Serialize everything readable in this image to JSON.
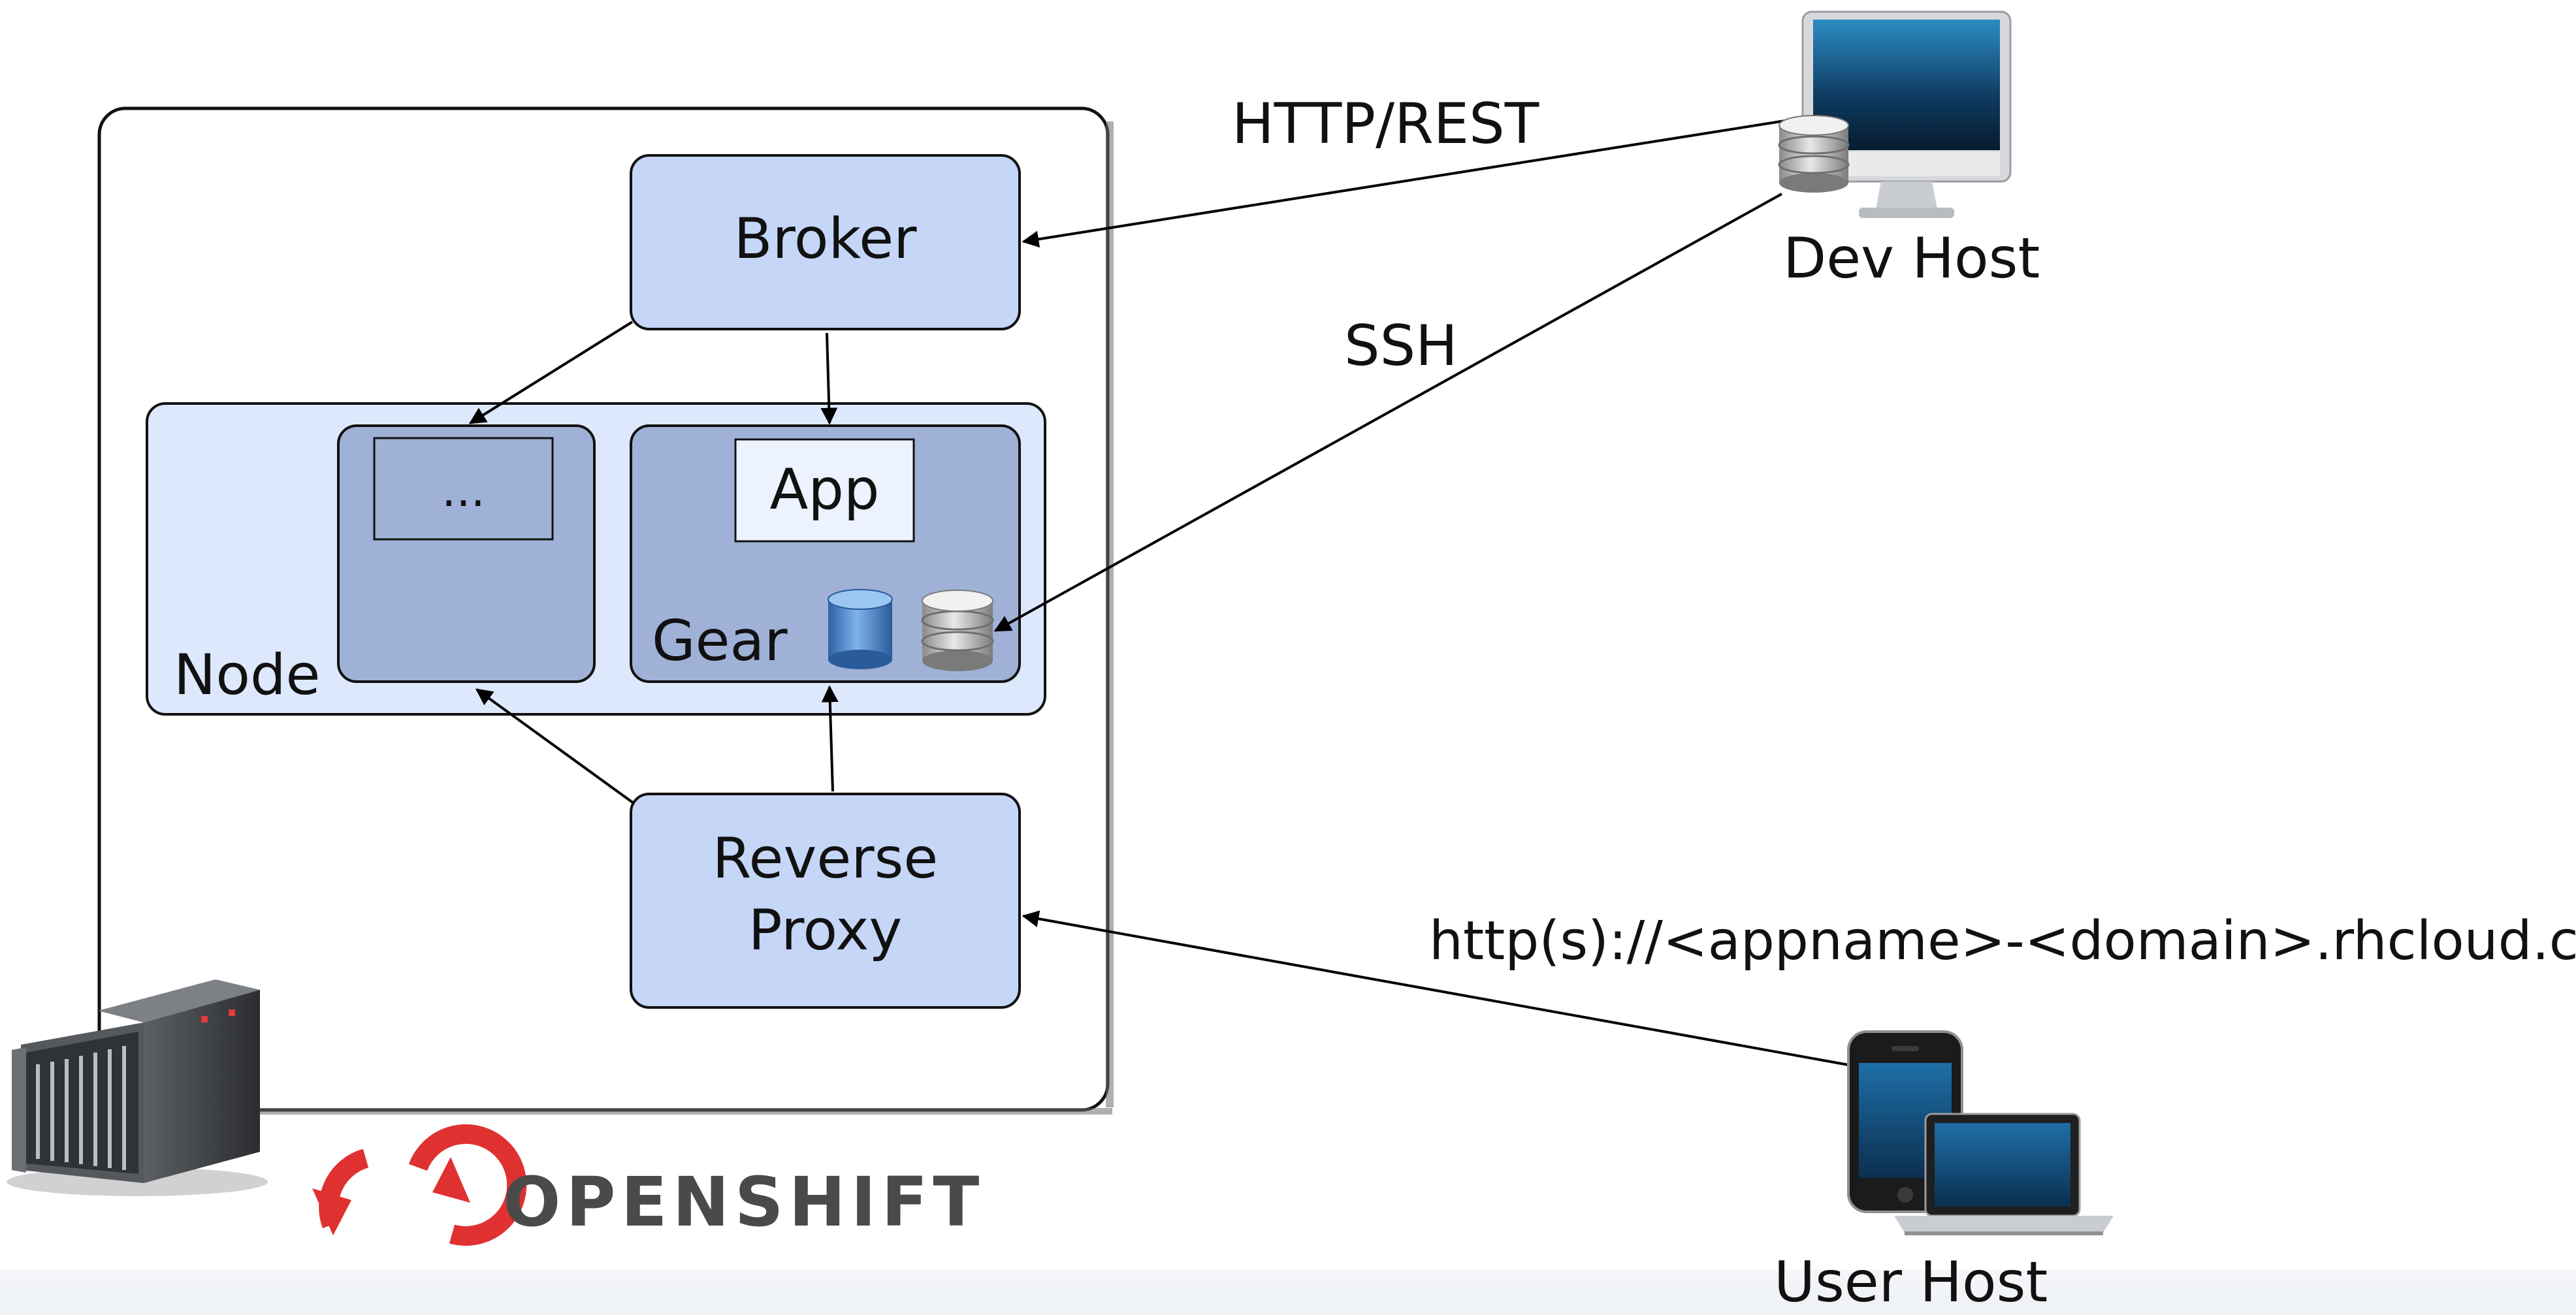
{
  "diagram": {
    "broker": "Broker",
    "node": "Node",
    "gear_placeholder": "...",
    "app": "App",
    "gear": "Gear",
    "reverse_proxy_line1": "Reverse",
    "reverse_proxy_line2": "Proxy"
  },
  "connections": {
    "http_rest": "HTTP/REST",
    "ssh": "SSH",
    "url": "http(s)://<appname>-<domain>.rhcloud.com"
  },
  "hosts": {
    "dev_host": "Dev Host",
    "user_host": "User Host"
  },
  "brand": {
    "name": "OPENSHIFT",
    "logo_color": "#e03131",
    "text_color": "#4a4a4a"
  },
  "colors": {
    "broker_fill": "#c5d6f7",
    "node_fill": "#dde8fc",
    "gear_fill": "#9fb1d6",
    "app_fill": "#ecf2fe"
  },
  "icons": [
    "server-icon",
    "monitor-icon",
    "database-icon",
    "phone-icon",
    "laptop-icon",
    "openshift-logo-icon"
  ]
}
